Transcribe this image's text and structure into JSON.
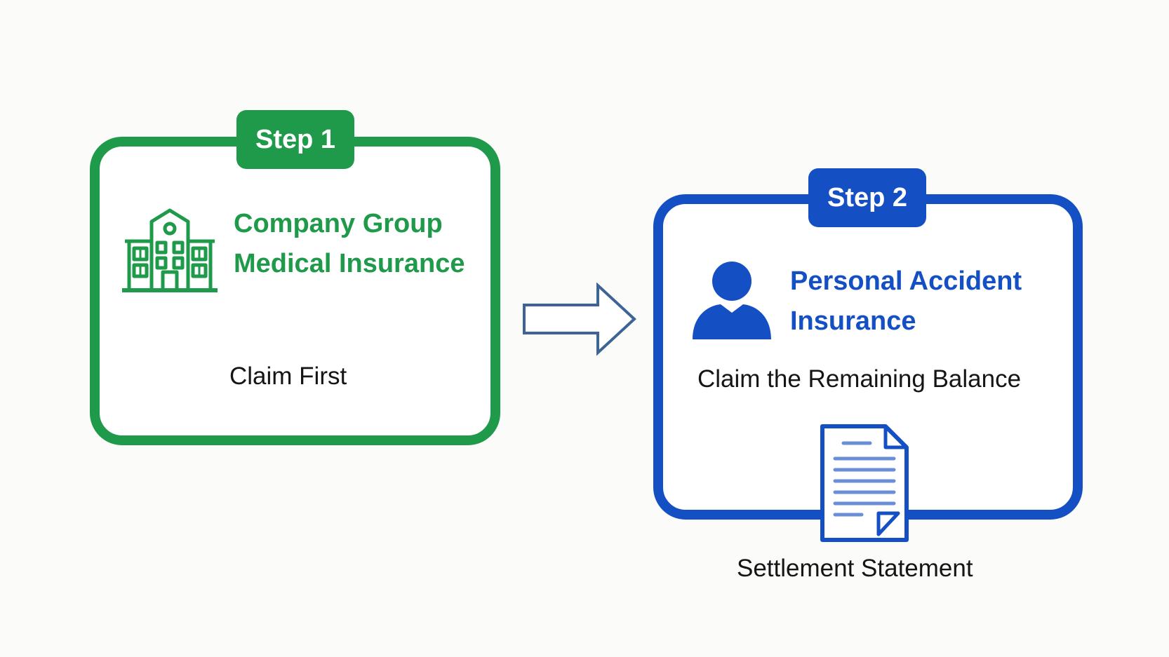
{
  "colors": {
    "step1_accent": "#1e9a4a",
    "step2_accent": "#1450c4",
    "arrow": "#3d6495",
    "text": "#151515",
    "background": "#fbfbfa"
  },
  "step1": {
    "badge": "Step 1",
    "icon": "building-icon",
    "title_line1": "Company Group",
    "title_line2": "Medical Insurance",
    "action": "Claim First"
  },
  "connector": {
    "icon": "arrow-right-icon"
  },
  "step2": {
    "badge": "Step 2",
    "icon": "person-icon",
    "title_line1": "Personal Accident",
    "title_line2": "Insurance",
    "action": "Claim the Remaining Balance",
    "document_icon": "document-icon",
    "document_label": "Settlement Statement"
  }
}
